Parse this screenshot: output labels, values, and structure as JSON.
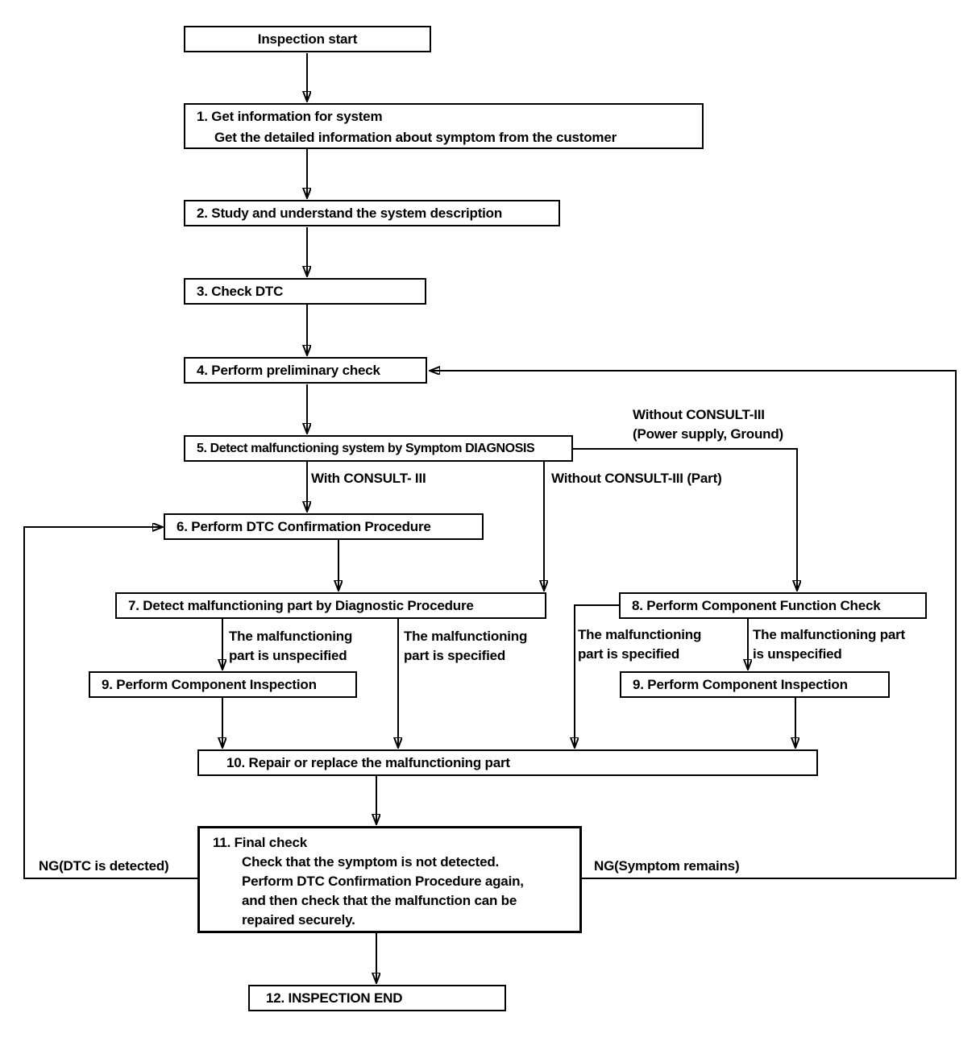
{
  "colors": {
    "ink": "#000000",
    "background": "#ffffff"
  },
  "nodes": {
    "start": {
      "label": "Inspection start"
    },
    "step1": {
      "lines": [
        "1. Get information for system",
        "Get the detailed information about symptom from the customer"
      ]
    },
    "step2": {
      "label": "2. Study and understand the system description"
    },
    "step3": {
      "label": "3. Check DTC"
    },
    "step4": {
      "label": "4. Perform preliminary check"
    },
    "step5": {
      "label": "5. Detect malfunctioning system by Symptom DIAGNOSIS"
    },
    "step6": {
      "label": "6. Perform DTC Confirmation Procedure"
    },
    "step7": {
      "label": "7. Detect malfunctioning part by Diagnostic Procedure"
    },
    "step8": {
      "label": "8. Perform Component Function Check"
    },
    "step9_left": {
      "label": "9. Perform Component Inspection"
    },
    "step9_right": {
      "label": "9. Perform Component Inspection"
    },
    "step10": {
      "label": "10. Repair or replace the malfunctioning part"
    },
    "step11": {
      "lines": [
        "11. Final check",
        "Check that the symptom is not detected.",
        "Perform DTC Confirmation Procedure again,",
        "and then check that the malfunction can be",
        "repaired securely."
      ]
    },
    "step12": {
      "label": "12. INSPECTION END"
    }
  },
  "edge_labels": {
    "with_consult_iii": "With CONSULT- III",
    "without_consult_iii_part": "Without CONSULT-III (Part)",
    "without_consult_iii_power": {
      "lines": [
        "Without CONSULT-III",
        "(Power supply, Ground)"
      ]
    },
    "part_unspecified_left": {
      "lines": [
        "The malfunctioning",
        "part is unspecified"
      ]
    },
    "part_specified_left": {
      "lines": [
        "The malfunctioning",
        "part is specified"
      ]
    },
    "part_specified_right": {
      "lines": [
        "The malfunctioning",
        "part is specified"
      ]
    },
    "part_unspecified_right": {
      "lines": [
        "The malfunctioning part",
        "is unspecified"
      ]
    },
    "ng_dtc_detected": "NG(DTC is detected)",
    "ng_symptom_remains": "NG(Symptom remains)"
  },
  "edges": [
    {
      "from": "start",
      "to": "1"
    },
    {
      "from": "1",
      "to": "2"
    },
    {
      "from": "2",
      "to": "3"
    },
    {
      "from": "3",
      "to": "4"
    },
    {
      "from": "4",
      "to": "5"
    },
    {
      "from": "5",
      "to": "6",
      "label": "With CONSULT- III"
    },
    {
      "from": "5",
      "to": "7",
      "label": "Without CONSULT-III (Part)"
    },
    {
      "from": "5",
      "to": "8",
      "label": "Without CONSULT-III (Power supply, Ground)"
    },
    {
      "from": "6",
      "to": "7"
    },
    {
      "from": "7",
      "to": "9-left",
      "label": "The malfunctioning part is unspecified"
    },
    {
      "from": "7",
      "to": "10",
      "label": "The malfunctioning part is specified"
    },
    {
      "from": "8",
      "to": "10",
      "label": "The malfunctioning part is specified"
    },
    {
      "from": "8",
      "to": "9-right",
      "label": "The malfunctioning part is unspecified"
    },
    {
      "from": "9-left",
      "to": "10"
    },
    {
      "from": "9-right",
      "to": "10"
    },
    {
      "from": "10",
      "to": "11"
    },
    {
      "from": "11",
      "to": "6",
      "label": "NG(DTC is detected)"
    },
    {
      "from": "11",
      "to": "4",
      "label": "NG(Symptom remains)"
    },
    {
      "from": "11",
      "to": "12"
    }
  ]
}
